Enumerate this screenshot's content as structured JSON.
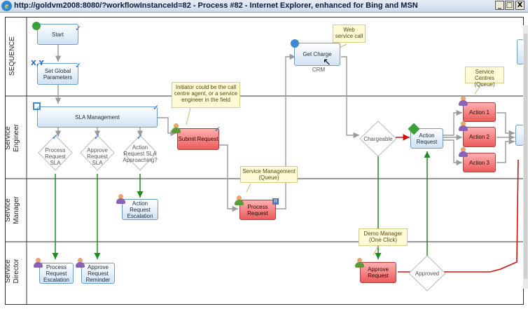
{
  "window": {
    "title": "http://goldvm2008:8080/?workflowInstanceId=82 - Process #82 - Internet Explorer, enhanced for Bing and MSN",
    "minimize": "_",
    "restore": "□",
    "close": "X"
  },
  "lanes": [
    {
      "label": "SEQUENCE"
    },
    {
      "label": "Service Engineer"
    },
    {
      "label": "Service Manager"
    },
    {
      "label": "Service Director"
    }
  ],
  "tasks": {
    "start": "Start",
    "set_global": "Set Global Parameters",
    "sla_management": "SLA Management",
    "submit_request": "Submit Request",
    "process_request": "Process Request",
    "get_charge": "Get Charge",
    "crm_label": "CRM",
    "action_request": "Action Request",
    "action_1": "Action 1",
    "action_2": "Action 2",
    "action_3": "Action 3",
    "action_request_escalation": "Action Request Escalation",
    "process_request_escalation": "Process Request Escalation",
    "approve_request_reminder": "Approve Request Reminder",
    "approve_request": "Approve Request"
  },
  "gateways": {
    "process_request_sla": "Process Request SLA",
    "approve_request_sla": "Approve Request SLA",
    "action_request_sla": "Action Request SLA Approaching?",
    "chargeable": "Chargeable",
    "approved": "Approved"
  },
  "notes": {
    "initiator": "Initiator could be the call centre agent, or a service engineer in the field",
    "web_service": "Web service call",
    "service_centres": "Service Centres (Queue)",
    "service_management": "Service Management (Queue)",
    "demo_manager": "Demo Manager (One Click)"
  },
  "icons": {
    "check": "check-icon",
    "globe": "globe-icon",
    "cursor": "cursor-icon",
    "xy": "variables-icon",
    "pause": "pause-icon"
  },
  "colors": {
    "sequence_flow": "#9a9a9a",
    "approved_flow": "#1f8a1f",
    "rejected_flow": "#d01010",
    "active_task": "#ec5b5b",
    "task": "#cfe2f3"
  }
}
